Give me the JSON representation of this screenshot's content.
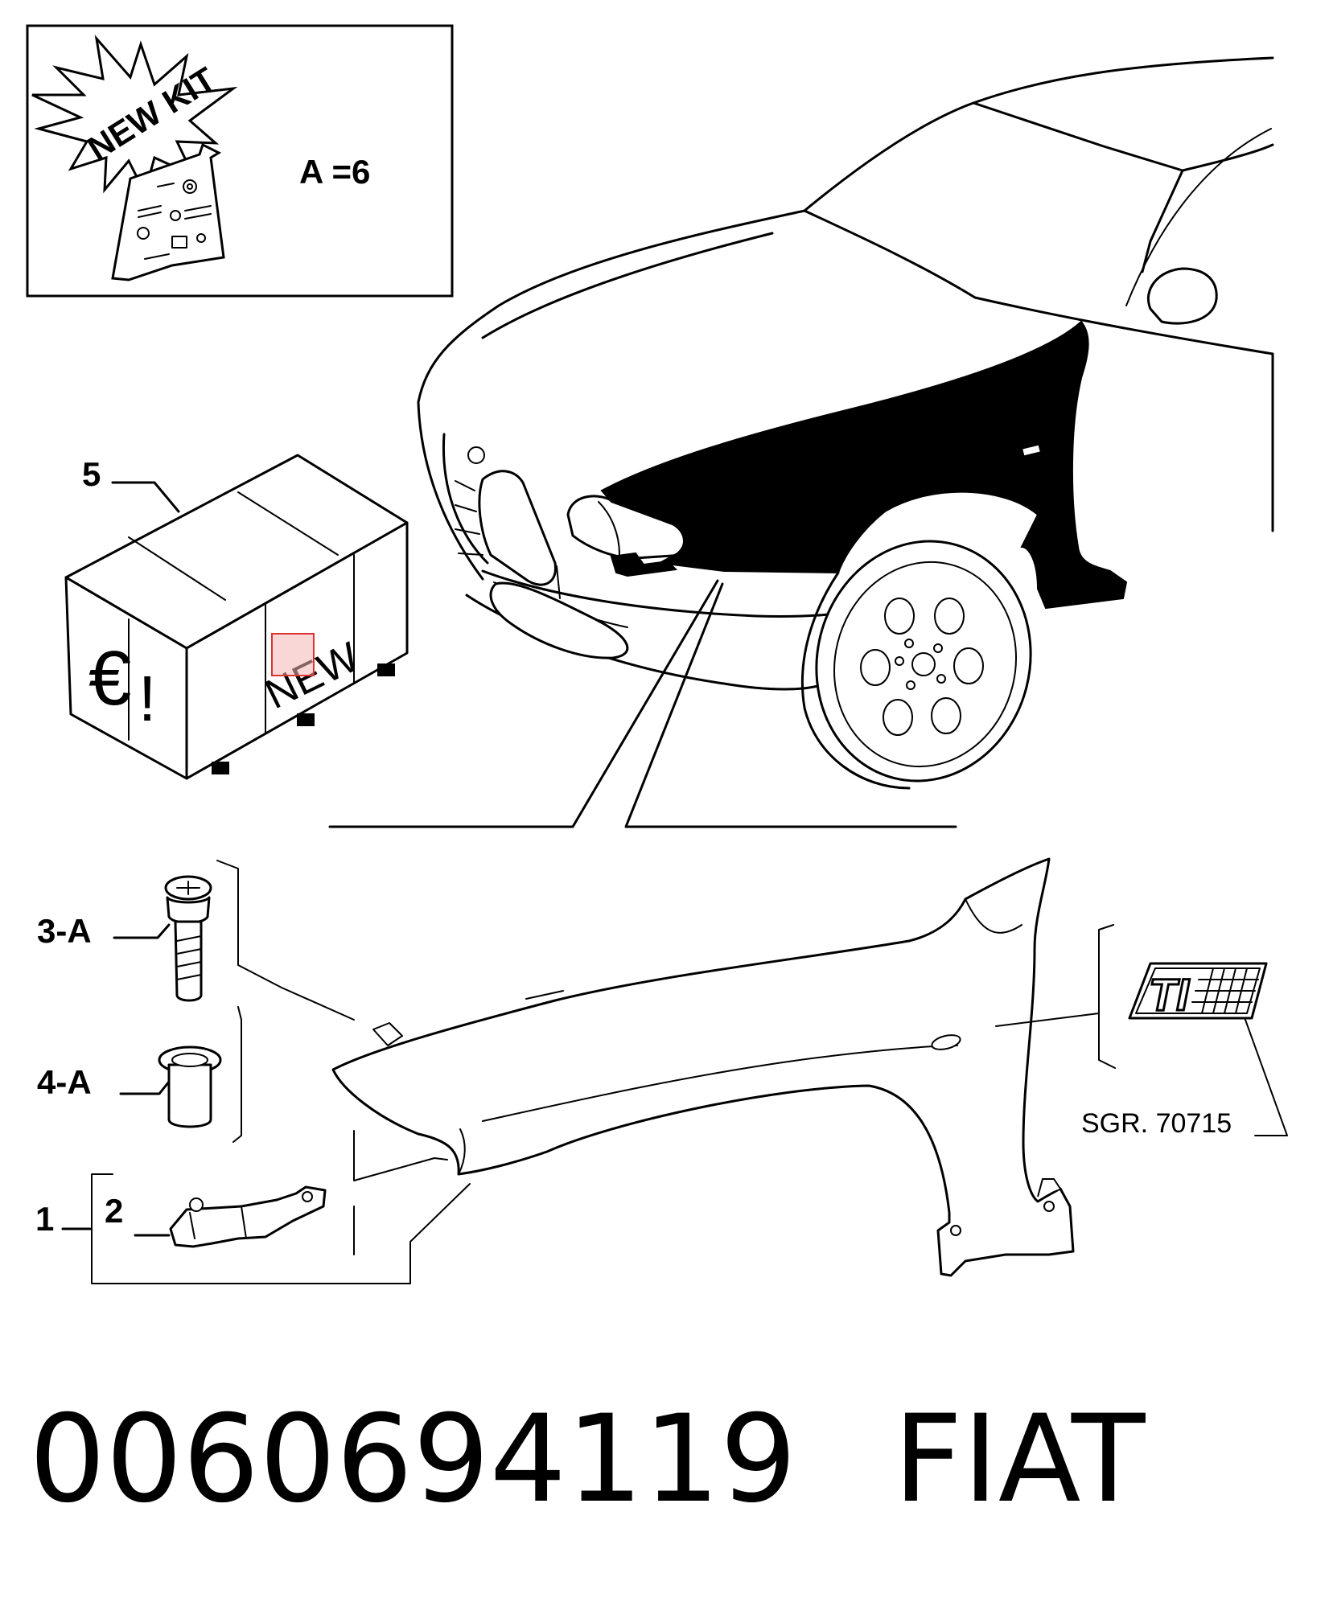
{
  "kit_box": {
    "starburst_text": "NEW KIT",
    "quantity_label": "A =6"
  },
  "callouts": {
    "item_5": "5",
    "item_3a": "3-A",
    "item_4a": "4-A",
    "item_1": "1",
    "item_2": "2"
  },
  "crate": {
    "currency_symbol": "€",
    "exclamation": "!",
    "stamp": "NEW"
  },
  "badge": {
    "text": "TI",
    "reference": "SGR. 70715"
  },
  "footer": {
    "part_number": "0060694119",
    "brand": "FIAT"
  }
}
